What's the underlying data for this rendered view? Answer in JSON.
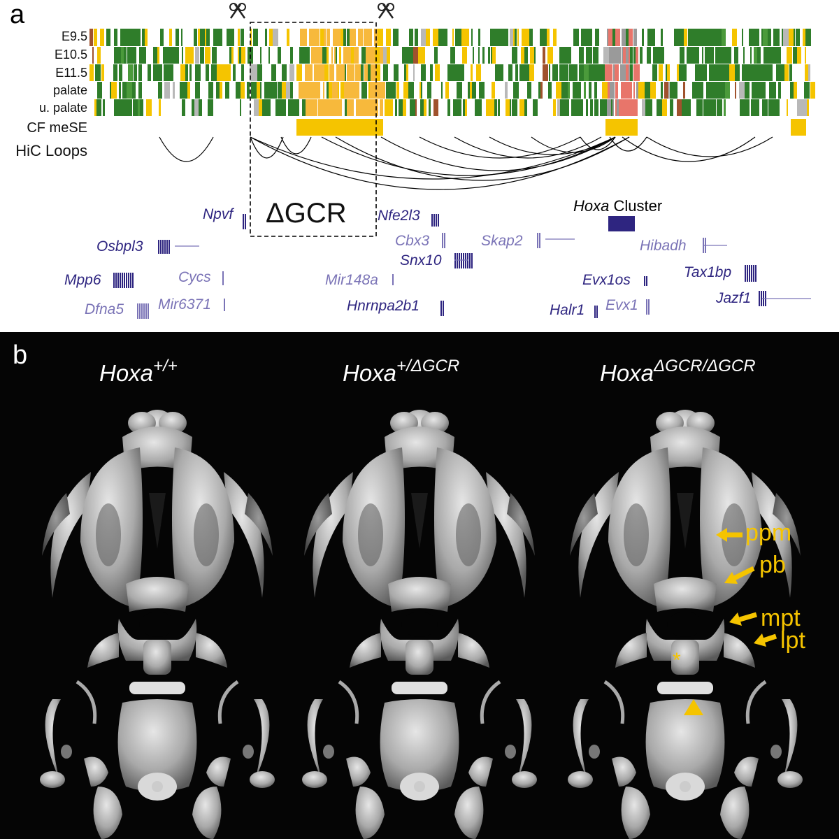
{
  "panel_a": {
    "letter": "a",
    "track_labels": [
      "E9.5",
      "E10.5",
      "E11.5",
      "palate",
      "u. palate"
    ],
    "meSE_label": "CF meSE",
    "hic_label": "HiC Loops",
    "deletion_label": "ΔGCR",
    "cluster_label_italic": "Hoxa",
    "cluster_label_plain": " Cluster",
    "genes": [
      {
        "name": "Npvf",
        "shade": "dark"
      },
      {
        "name": "Nfe2l3",
        "shade": "dark"
      },
      {
        "name": "Osbpl3",
        "shade": "dark"
      },
      {
        "name": "Cbx3",
        "shade": "light"
      },
      {
        "name": "Skap2",
        "shade": "light"
      },
      {
        "name": "Hibadh",
        "shade": "light"
      },
      {
        "name": "Snx10",
        "shade": "dark"
      },
      {
        "name": "Tax1bp",
        "shade": "dark"
      },
      {
        "name": "Mpp6",
        "shade": "dark"
      },
      {
        "name": "Cycs",
        "shade": "light"
      },
      {
        "name": "Mir148a",
        "shade": "light"
      },
      {
        "name": "Evx1os",
        "shade": "dark"
      },
      {
        "name": "Jazf1",
        "shade": "dark"
      },
      {
        "name": "Dfna5",
        "shade": "light"
      },
      {
        "name": "Mir6371",
        "shade": "light"
      },
      {
        "name": "Hnrnpa2b1",
        "shade": "dark"
      },
      {
        "name": "Halr1",
        "shade": "dark"
      },
      {
        "name": "Evx1",
        "shade": "light"
      }
    ]
  },
  "panel_b": {
    "letter": "b",
    "genotypes": [
      {
        "base": "Hoxa",
        "sup": "+/+"
      },
      {
        "base": "Hoxa",
        "sup": "+/ΔGCR"
      },
      {
        "base": "Hoxa",
        "sup": "ΔGCR/ΔGCR"
      }
    ],
    "annotations": [
      "ppm",
      "pb",
      "mpt",
      "lpt",
      "*"
    ]
  },
  "colors": {
    "green": "#2f7d2a",
    "yellow": "#f5c400",
    "salmon": "#e8756a",
    "gene_dark": "#2e2580",
    "gene_light": "#7a73b6",
    "annotation": "#f5c400"
  }
}
